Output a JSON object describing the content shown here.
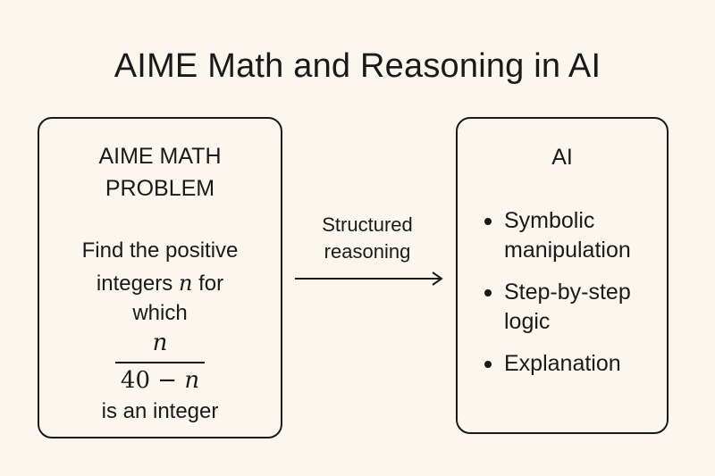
{
  "title": "AIME Math and Reasoning in AI",
  "problem_box": {
    "heading_line1": "AIME MATH",
    "heading_line2": "PROBLEM",
    "line1": "Find the positive",
    "line2_prefix": "integers",
    "line2_var": "n",
    "line2_suffix": "for",
    "line3": "which",
    "fraction_numerator": "n",
    "fraction_denominator_prefix": "40 − ",
    "fraction_denominator_var": "n",
    "line4": "is an integer"
  },
  "arrow": {
    "label_line1": "Structured",
    "label_line2": "reasoning"
  },
  "ai_box": {
    "heading": "AI",
    "items": [
      "Symbolic manipulation",
      "Step-by-step logic",
      "Explanation"
    ]
  }
}
